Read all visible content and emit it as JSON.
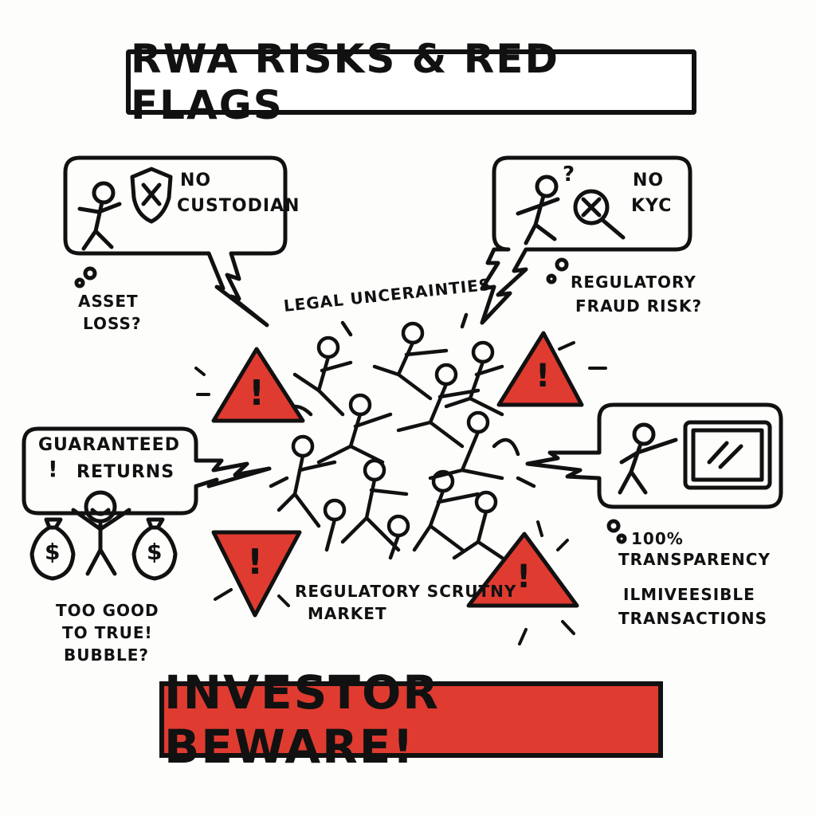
{
  "title": "RWA RISKS & RED FLAGS",
  "footer": "INVESTOR BEWARE!",
  "center_labels": {
    "legal": "LEGAL UNCERAINTIES",
    "regulatory_line1": "REGULATORY SCRUTNY",
    "regulatory_line2": "MARKET"
  },
  "bubbles": {
    "custodian": {
      "line1": "NO",
      "line2": "CUSTODIAN",
      "thought1": "ASSET",
      "thought2": "LOSS?"
    },
    "kyc": {
      "line1": "NO",
      "line2": "KYC",
      "thought1": "REGULATORY",
      "thought2": "FRAUD RISK?"
    },
    "returns": {
      "line1": "GUARANTEED",
      "line2": "RETURNS",
      "note1": "TOO GOOD",
      "note2": "TO TRUE!",
      "note3": "BUBBLE?"
    },
    "transparency": {
      "thought1": "100%",
      "thought2": "TRANSPARENCY",
      "note1": "ILMIVEESIBLE",
      "note2": "TRANSACTIONS"
    }
  },
  "icons": {
    "money_bag_symbol": "$",
    "exclamation": "!"
  },
  "colors": {
    "warning_red": "#e03b30",
    "ink": "#111111",
    "paper": "#fdfdfb"
  }
}
